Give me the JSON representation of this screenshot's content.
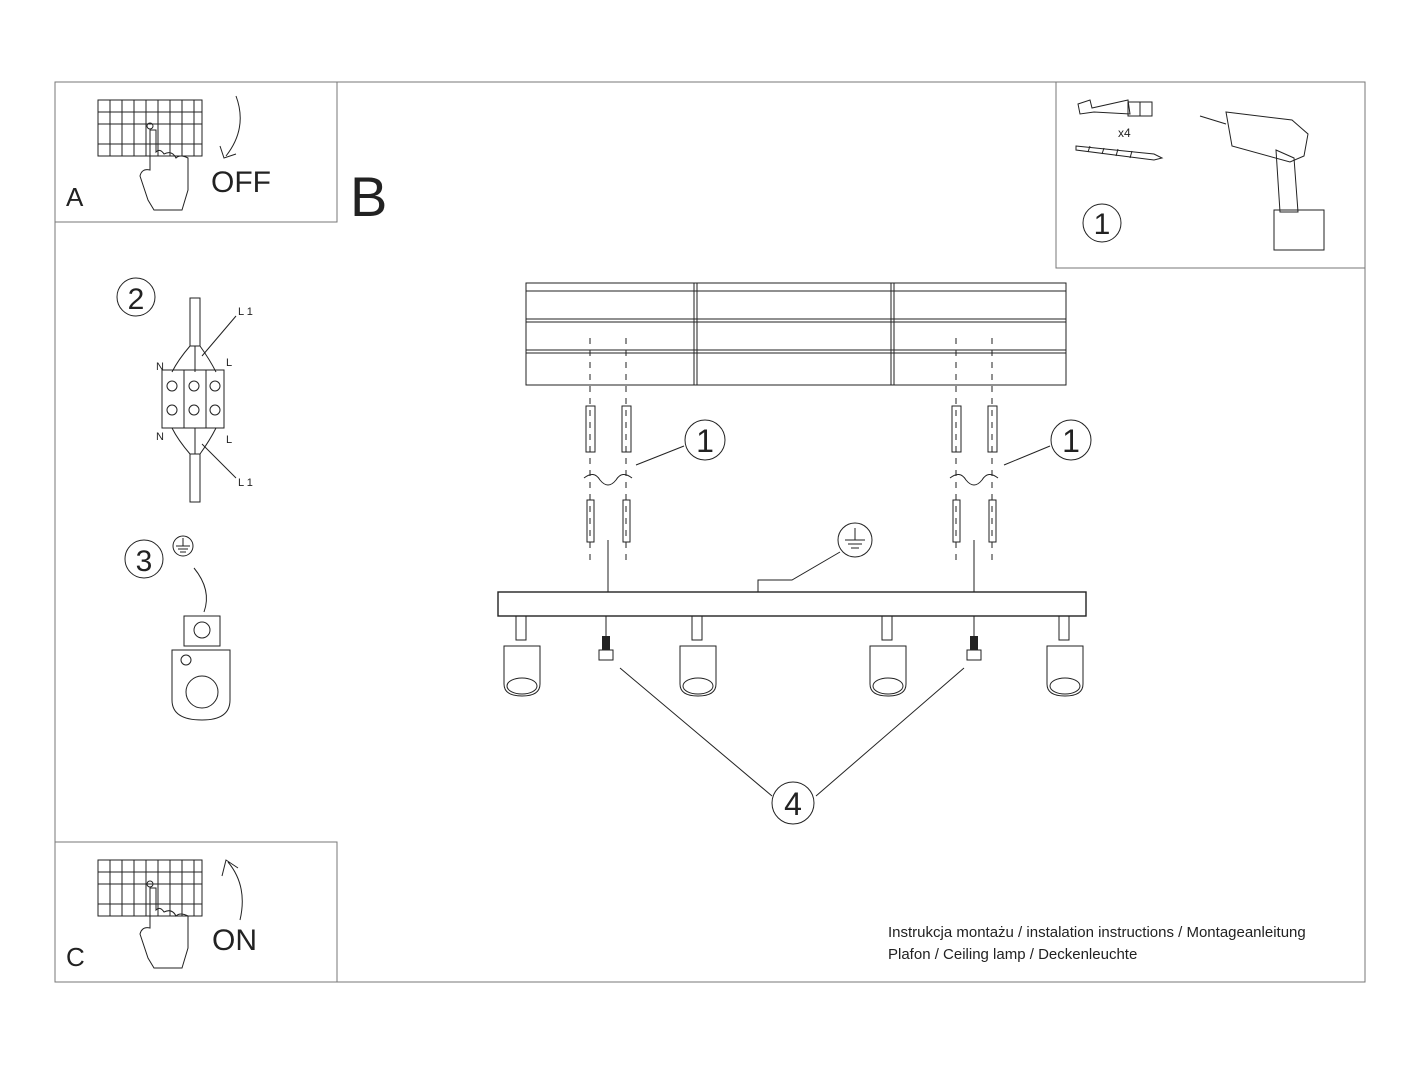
{
  "panels": {
    "a": {
      "letter": "A",
      "action": "OFF"
    },
    "b": {
      "letter": "B"
    },
    "c": {
      "letter": "C",
      "action": "ON"
    }
  },
  "tools": {
    "count": "x4",
    "step": "1"
  },
  "wiring": {
    "step": "2",
    "labels": {
      "l1_top": "L 1",
      "n_top": "N",
      "l_top": "L",
      "n_bottom": "N",
      "l_bottom": "L",
      "l1_bottom": "L 1"
    }
  },
  "ground": {
    "step": "3"
  },
  "main": {
    "callout_left": "1",
    "callout_right": "1",
    "callout_bottom": "4"
  },
  "footer": {
    "line1": "Instrukcja montażu / instalation instructions / Montageanleitung",
    "line2": "Plafon / Ceiling lamp / Deckenleuchte"
  }
}
